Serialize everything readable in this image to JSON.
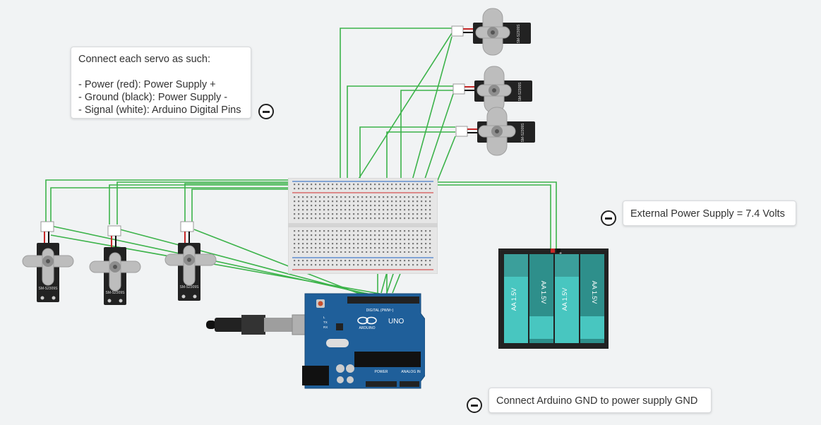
{
  "notes": {
    "servo_instructions": {
      "lines": [
        "Connect each servo as such:",
        "",
        "- Power (red): Power Supply +",
        "- Ground (black): Power Supply -",
        "- Signal (white): Arduino Digital Pins"
      ]
    },
    "power_supply": {
      "text": "External Power Supply = 7.4 Volts"
    },
    "arduino_gnd": {
      "text": "Connect Arduino GND to power supply GND"
    }
  },
  "servo_label": "SM-S2309S",
  "arduino": {
    "brand": "ARDUINO",
    "model": "UNO",
    "digital_label": "DIGITAL (PWM~)",
    "power_label": "POWER",
    "analog_label": "ANALOG IN",
    "tx_label": "TX",
    "rx_label": "RX",
    "l_label": "L"
  },
  "battery": {
    "cell_label": "AA 1.5V",
    "plus_label": "+"
  },
  "colors": {
    "wire": "#3cb34a",
    "canvas": "#f1f3f4",
    "arduino_board": "#1f5f9a",
    "battery_cell": "#48c6c0",
    "servo_body": "#222222"
  }
}
